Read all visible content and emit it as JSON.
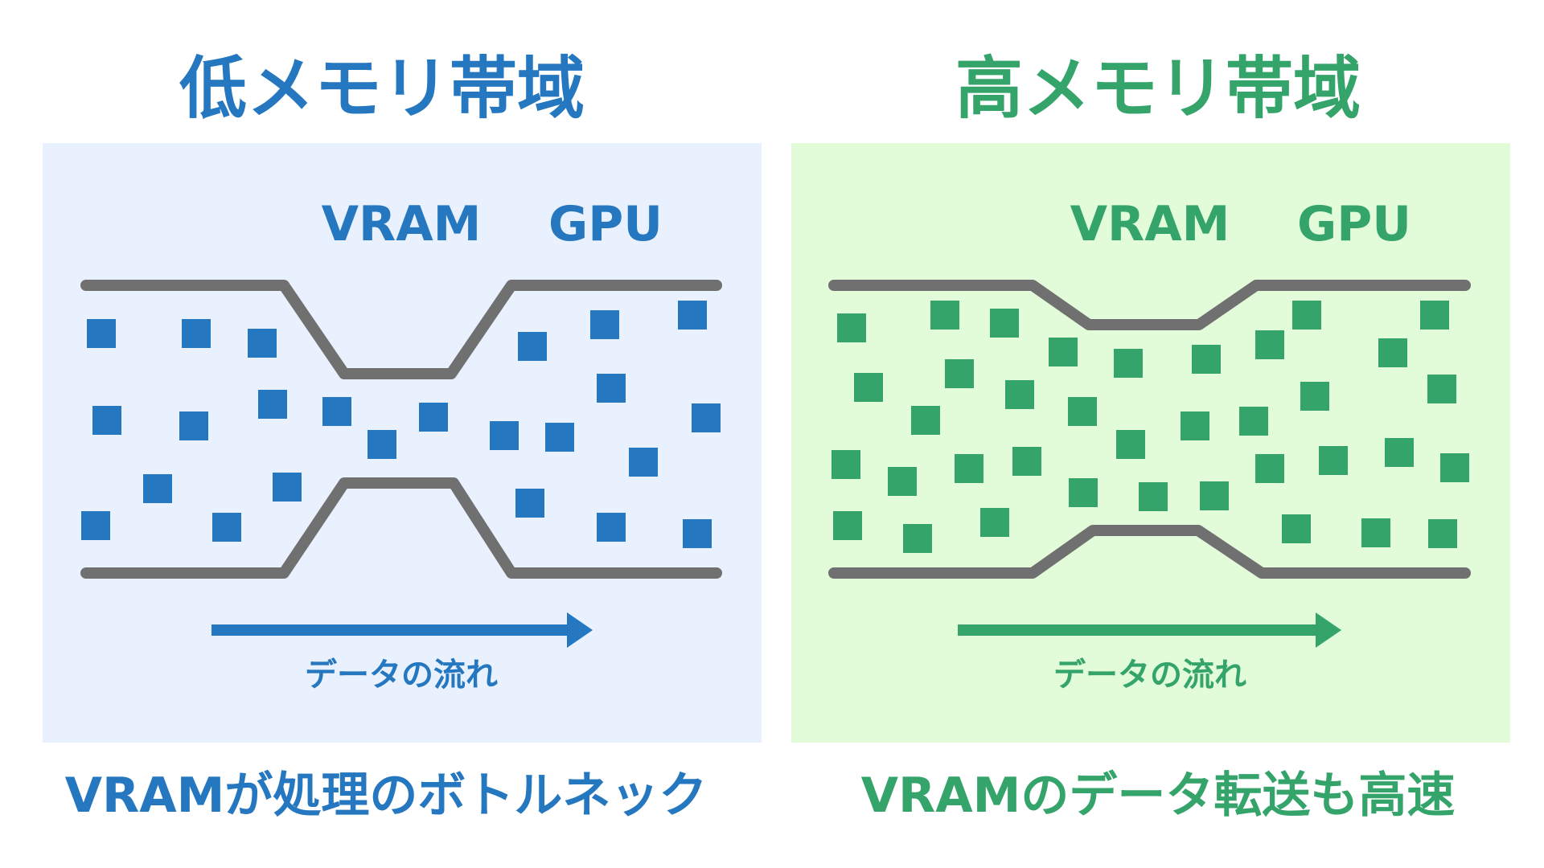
{
  "colors": {
    "blue": "#2577C0",
    "green": "#34A46B",
    "pipe": "#707070",
    "blue_panel": "#E8F1FD",
    "green_panel": "#E2FCDA"
  },
  "left": {
    "title": "低メモリ帯域",
    "vram_label": "VRAM",
    "gpu_label": "GPU",
    "flow_label": "データの流れ",
    "caption": "VRAMが処理のボトルネック",
    "accent": "#2577C0",
    "background": "#E8F1FD"
  },
  "right": {
    "title": "高メモリ帯域",
    "vram_label": "VRAM",
    "gpu_label": "GPU",
    "flow_label": "データの流れ",
    "caption": "VRAMのデータ転送も高速",
    "accent": "#34A46B",
    "background": "#E2FCDA"
  }
}
